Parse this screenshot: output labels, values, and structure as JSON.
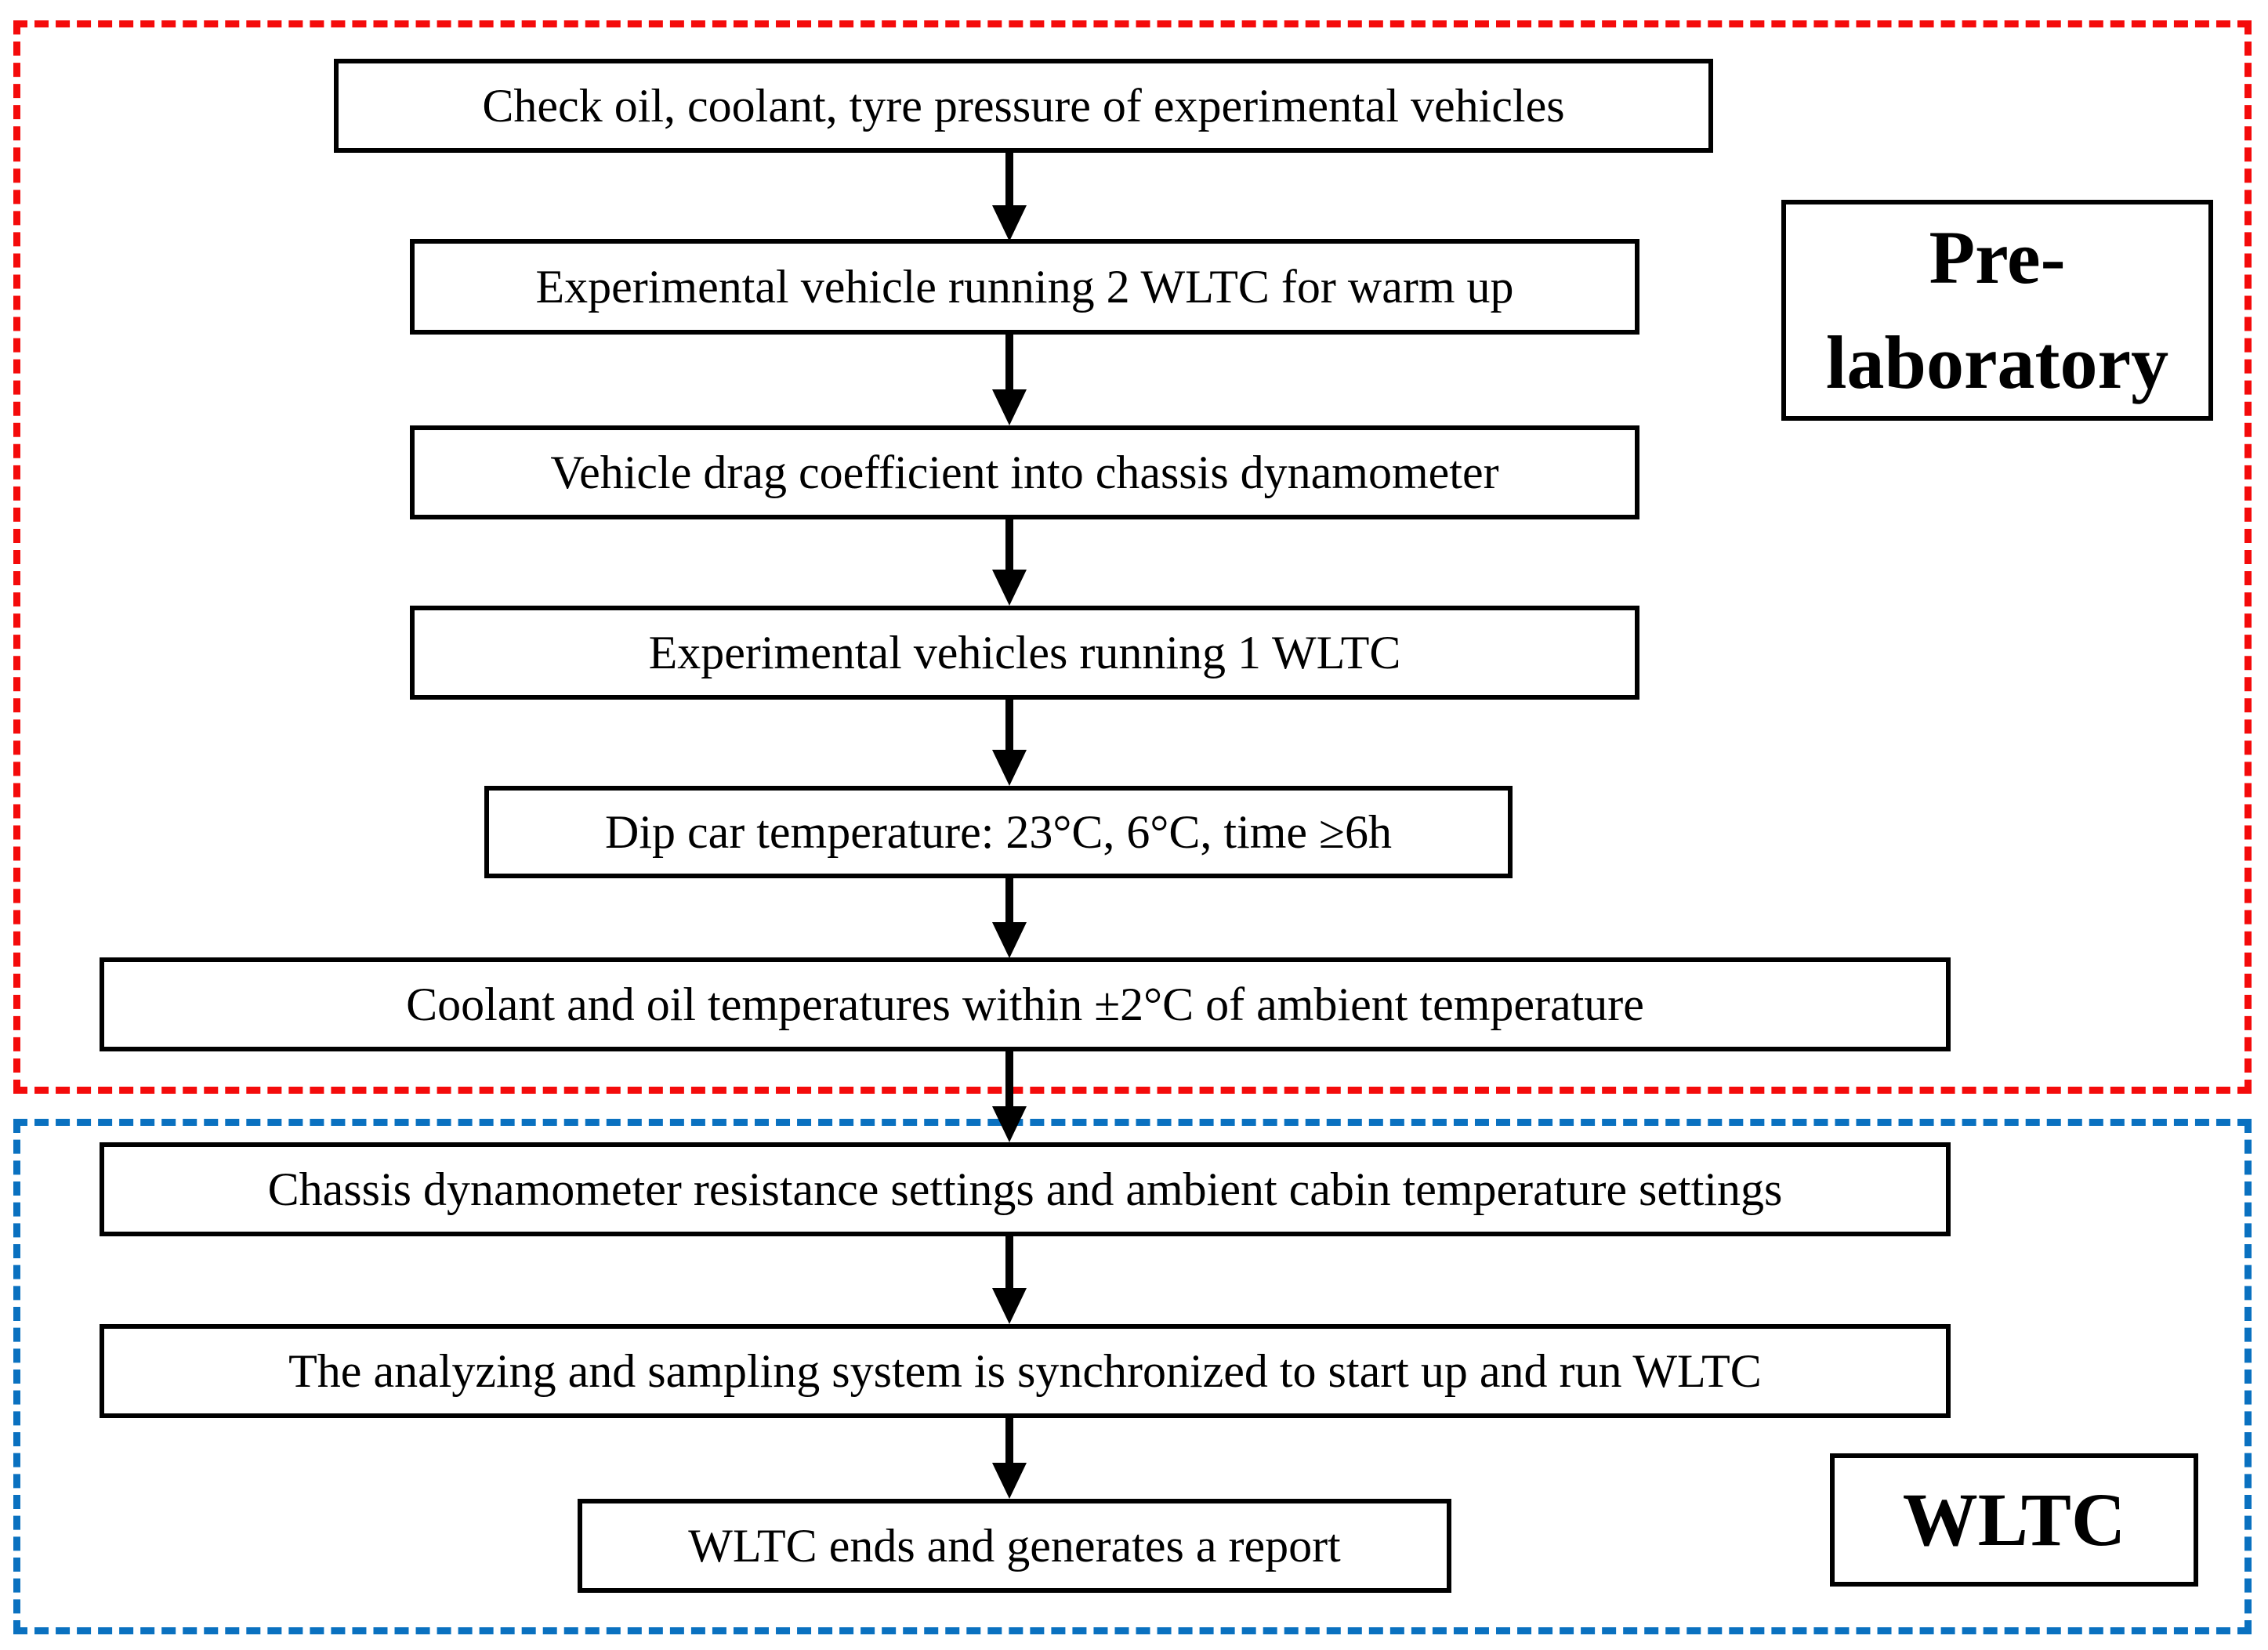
{
  "regions": {
    "pre_laboratory": {
      "label_line1": "Pre-",
      "label_line2": "laboratory",
      "border_style": "dashed"
    },
    "wltc": {
      "label": "WLTC",
      "border_style": "dashed"
    }
  },
  "flow": {
    "steps": [
      {
        "text": "Check oil, coolant, tyre pressure of experimental vehicles"
      },
      {
        "text": "Experimental vehicle running 2 WLTC for warm up"
      },
      {
        "text": "Vehicle drag coefficient into chassis dynamometer"
      },
      {
        "text": "Experimental vehicles running 1 WLTC"
      },
      {
        "text": "Dip car temperature: 23°C, 6°C, time ≥6h"
      },
      {
        "text": "Coolant and oil temperatures within ±2°C of ambient temperature"
      },
      {
        "text": "Chassis dynamometer resistance settings and ambient cabin temperature settings"
      },
      {
        "text": "The analyzing and sampling system is synchronized to start up and run WLTC"
      },
      {
        "text": "WLTC ends and generates a report"
      }
    ]
  },
  "colors": {
    "pre_region_border": "#f40b0b",
    "wltc_region_border": "#0a71c0",
    "box_border": "#000000",
    "arrow": "#000000",
    "background": "#ffffff"
  }
}
